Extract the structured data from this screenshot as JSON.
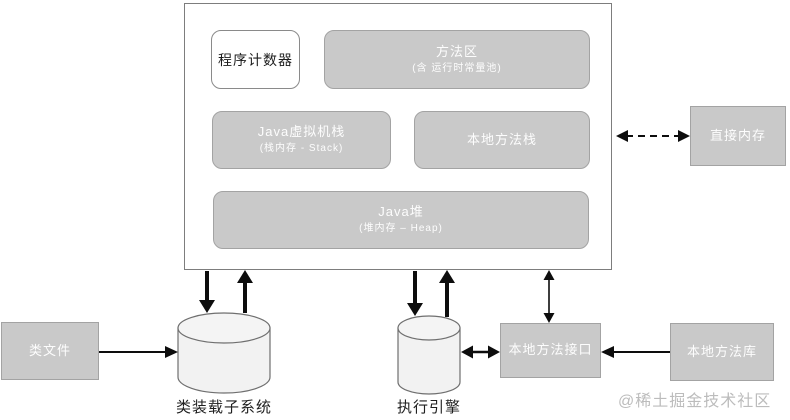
{
  "runtime_area": {
    "program_counter": {
      "label": "程序计数器"
    },
    "method_area": {
      "label": "方法区",
      "sublabel": "(含 运行时常量池)"
    },
    "jvm_stack": {
      "label": "Java虚拟机栈",
      "sublabel": "(栈内存 - Stack)"
    },
    "native_method_stack": {
      "label": "本地方法栈"
    },
    "java_heap": {
      "label": "Java堆",
      "sublabel": "(堆内存 – Heap)"
    }
  },
  "external": {
    "direct_memory": {
      "label": "直接内存"
    },
    "class_file": {
      "label": "类文件"
    },
    "class_loader_subsystem": {
      "label": "类装载子系统"
    },
    "execution_engine": {
      "label": "执行引擎"
    },
    "native_method_interface": {
      "label": "本地方法接口"
    },
    "native_method_library": {
      "label": "本地方法库"
    }
  },
  "watermark": "@稀土掘金技术社区",
  "colors": {
    "box_fill": "#c9c9c9",
    "box_border": "#a3a3a3",
    "box_text": "#fdfdfd",
    "cylinder_fill": "#f2f2f2",
    "outline": "#7d7d7d",
    "arrow": "#0d0d0d",
    "watermark": "#bcbcbc"
  }
}
